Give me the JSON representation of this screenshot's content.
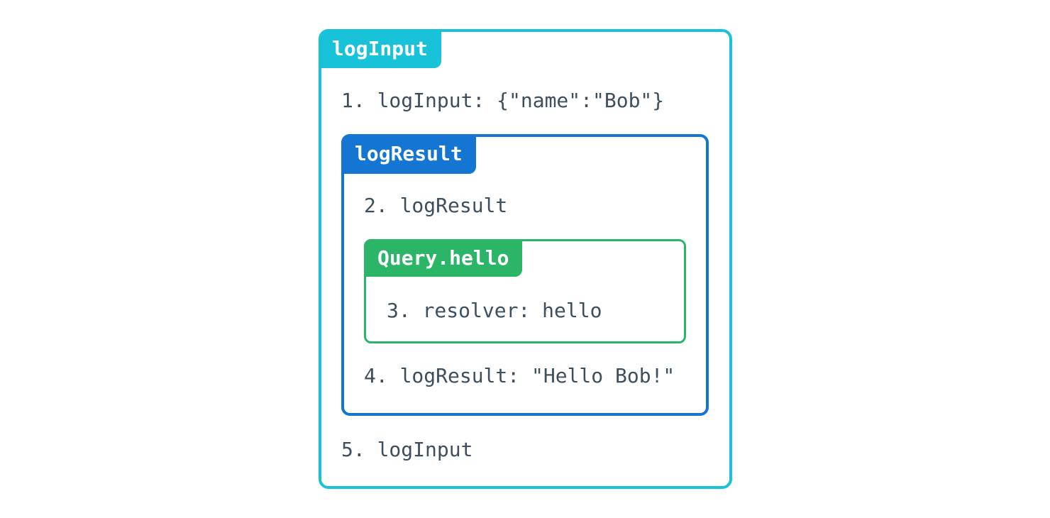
{
  "diagram": {
    "title": "middleware-execution-order",
    "layers": {
      "outer": {
        "label": "logInput",
        "step_before": "1. logInput: {\"name\":\"Bob\"}",
        "step_after": "5. logInput"
      },
      "middle": {
        "label": "logResult",
        "step_before": "2. logResult",
        "step_after": "4. logResult: \"Hello Bob!\""
      },
      "inner": {
        "label": "Query.hello",
        "step": "3. resolver: hello"
      }
    },
    "colors": {
      "outer_accent": "#18c3da",
      "middle_accent": "#1476d2",
      "inner_accent": "#2ab567",
      "label_text": "#ffffff",
      "step_text": "#3d4f5f",
      "background": "#ffffff"
    }
  }
}
